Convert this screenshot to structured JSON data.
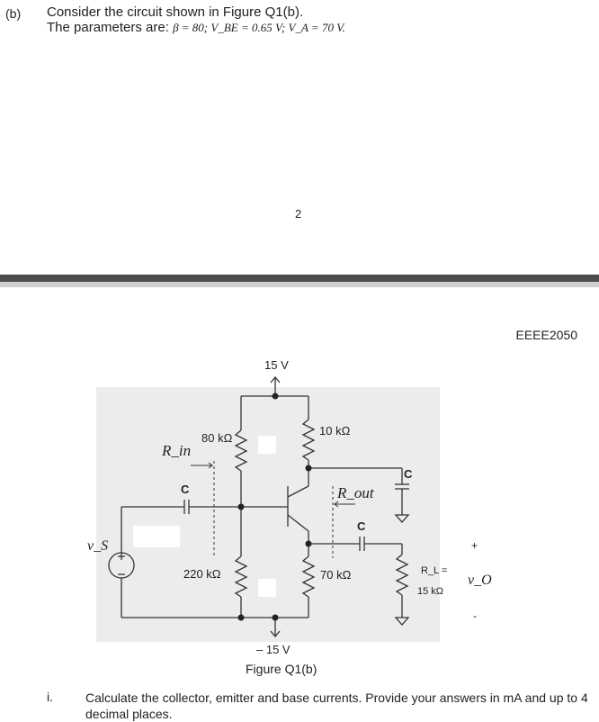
{
  "question": {
    "part_label": "(b)",
    "intro": "Consider the circuit shown in Figure Q1(b).",
    "params_prefix": "The parameters are: ",
    "params_eq": "β = 80; V_BE = 0.65 V; V_A = 70 V."
  },
  "page": {
    "number": "2",
    "course_code": "EEEE2050"
  },
  "circuit": {
    "supply_top": "15 V",
    "supply_bottom": "– 15 V",
    "r_top_left": "80 kΩ",
    "r_bottom_left": "220 kΩ",
    "r_collector": "10 kΩ",
    "r_emitter": "70 kΩ",
    "r_load_1": "R_L =",
    "r_load_2": "15 kΩ",
    "cap_label": "C",
    "rin": "R_in",
    "rout": "R_out",
    "vs": "v_S",
    "vo": "v_O",
    "plus": "+",
    "minus": "-",
    "caption": "Figure Q1(b)"
  },
  "subquestion": {
    "number": "i.",
    "text": "Calculate the collector, emitter and base currents. Provide your answers in mA and up to 4 decimal places."
  }
}
